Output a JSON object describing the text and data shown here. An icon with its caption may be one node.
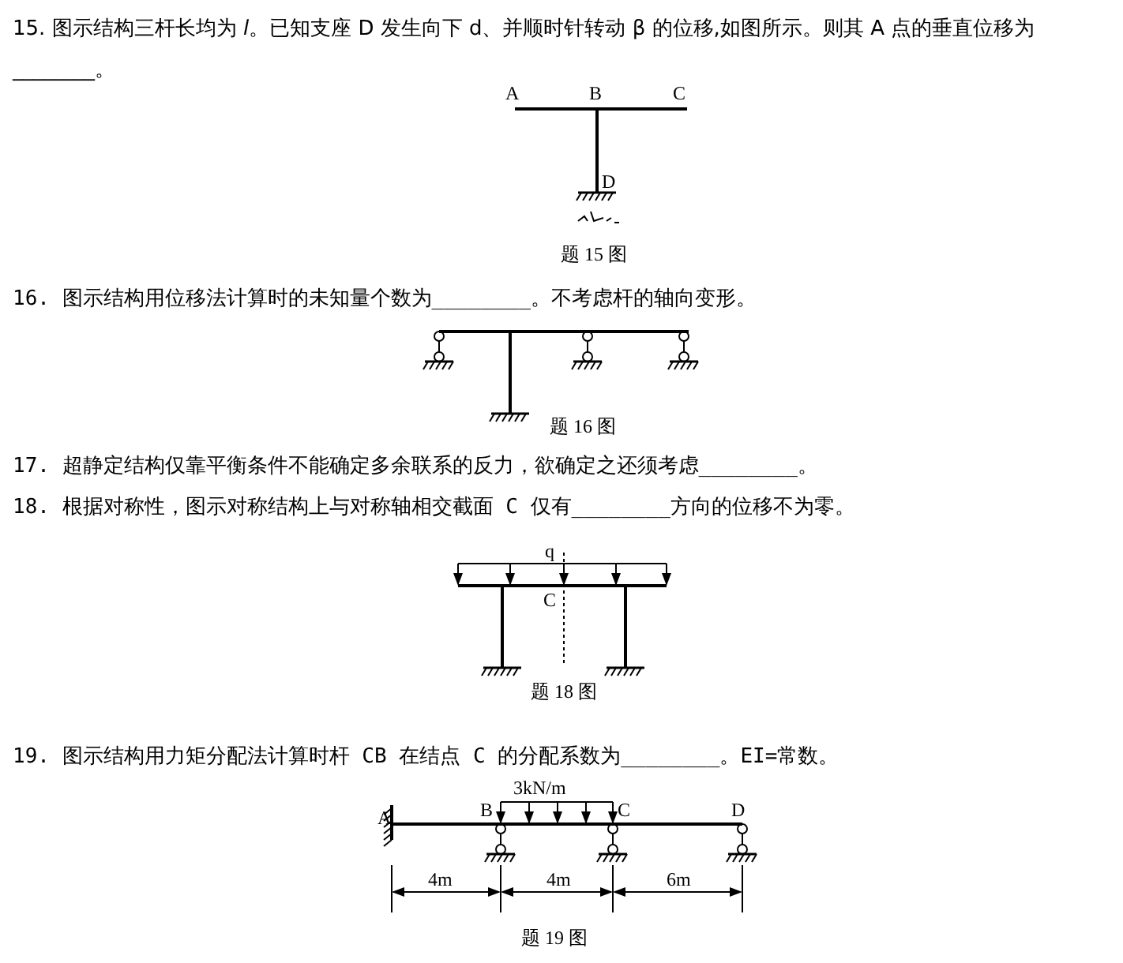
{
  "diagram": {
    "labels": [
      "15. 图示结构三杆长均为 *l*。已知支座 D 发生向下 d、并顺时针转动 β 的位移,如图所示。则其 A 点的垂直位移为________。",
      "A",
      "B",
      "C",
      "D",
      "题 15 图",
      "16. 图示结构用位移法计算时的未知量个数为________。不考虑杆的轴向变形。",
      "题 16 图",
      "17. 超静定结构仅靠平衡条件不能确定多余联系的反力，欲确定之还须考虑________。",
      "18. 根据对称性，图示对称结构上与对称轴相交截面 C 仅有________方向的位移不为零。",
      "q",
      "C",
      "题 18 图",
      "19. 图示结构用力矩分配法计算时杆 CB 在结点 C 的分配系数为________。EI=常数。",
      "3kN/m",
      "A",
      "B",
      "C",
      "D",
      "4m",
      "4m",
      "6m",
      "题 19 图"
    ]
  }
}
